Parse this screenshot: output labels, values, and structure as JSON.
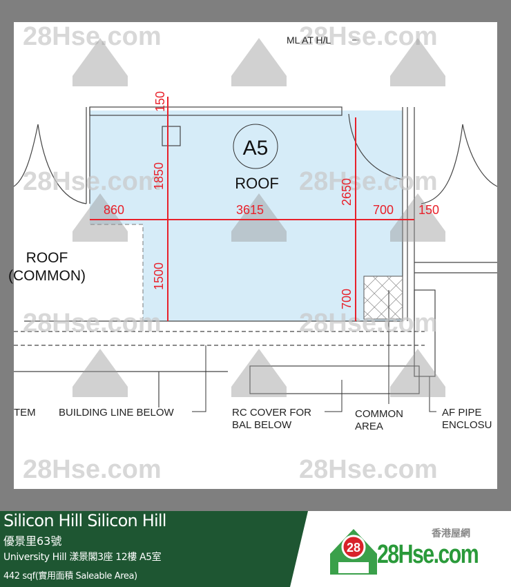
{
  "plan": {
    "unit_label": "A5",
    "roof_label": "ROOF",
    "roof_common_line1": "ROOF",
    "roof_common_line2": "(COMMON)",
    "ml_label": "ML AT H/L",
    "dims": {
      "top": "150",
      "left_vertical_upper": "1850",
      "left_vertical_lower": "1500",
      "right_vertical_upper": "2650",
      "right_vertical_lower": "700",
      "h_left": "860",
      "h_mid": "3615",
      "h_right": "700",
      "h_far_right": "150"
    },
    "notes": {
      "tem": "TEM",
      "building_line": "BUILDING LINE BELOW",
      "rc_cover_1": "RC COVER FOR",
      "rc_cover_2": "BAL BELOW",
      "common_1": "COMMON",
      "common_2": "AREA",
      "af_pipe_1": "AF PIPE",
      "af_pipe_2": "ENCLOSU"
    },
    "watermark": "28Hse.com",
    "watermark_badge": "28",
    "colors": {
      "room_fill": "#d6ecf8",
      "dimension": "#e8202a"
    }
  },
  "info": {
    "title": "Silicon Hill Silicon Hill",
    "address": "優景里63號",
    "unit": "University Hill 漾景閣3座 12樓 A5室",
    "area": "442 sqf(實用面積 Saleable Area)",
    "panel_color": "#1e5632"
  },
  "logo": {
    "cn": "香港屋網",
    "text": "28Hse.com",
    "badge": "28"
  }
}
